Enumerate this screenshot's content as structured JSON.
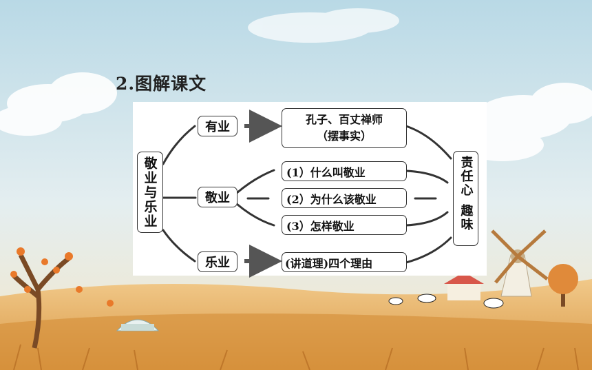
{
  "heading": "2.图解课文",
  "diagram": {
    "root": "敬业与乐业",
    "branches": {
      "youye": "有业",
      "jingye": "敬业",
      "leye": "乐业"
    },
    "youye_detail_line1": "孔子、百丈禅师",
    "youye_detail_line2": "（摆事实）",
    "jingye_points": [
      "(1）什么叫敬业",
      "(2）为什么该敬业",
      "(3）怎样敬业"
    ],
    "leye_detail": "(讲道理)四个理由",
    "conclusion_top": "责任心",
    "conclusion_bottom": "趣味"
  },
  "colors": {
    "sky": "#cfe3ee",
    "field": "#e9b66a",
    "line": "#333333",
    "arrow": "#555555"
  }
}
